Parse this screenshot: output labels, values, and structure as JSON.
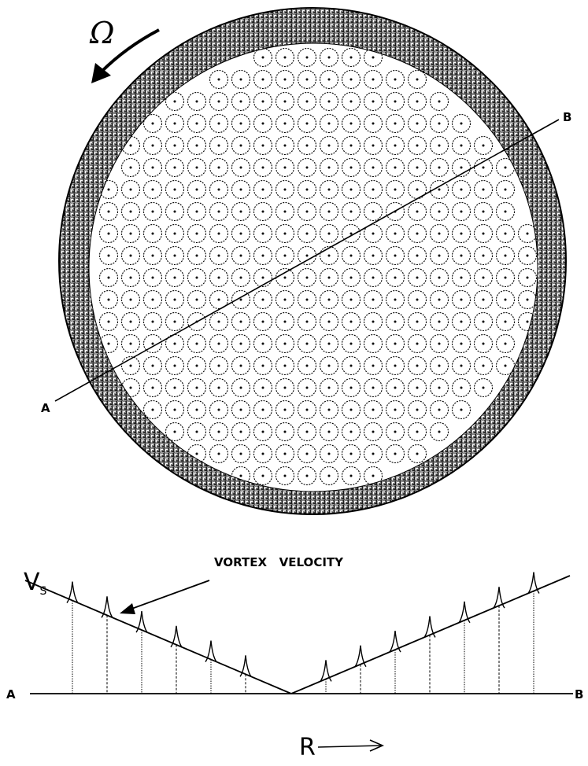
{
  "rotation_symbol": "Ω",
  "line_start_label": "A",
  "line_end_label": "B",
  "velocity_axis_label": "V",
  "velocity_axis_subscript": "S",
  "vortex_velocity_label": "VORTEX   VELOCITY",
  "radius_label": "R",
  "axis_start_label": "A",
  "axis_end_label": "B",
  "colors": {
    "ink": "#000000",
    "paper": "#ffffff"
  }
}
